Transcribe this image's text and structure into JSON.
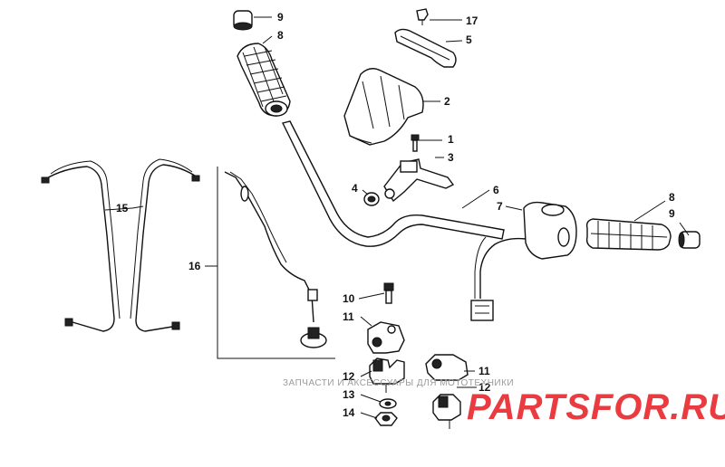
{
  "diagram": {
    "callouts": [
      {
        "id": "c9a",
        "label": "9"
      },
      {
        "id": "c8a",
        "label": "8"
      },
      {
        "id": "c17",
        "label": "17"
      },
      {
        "id": "c5",
        "label": "5"
      },
      {
        "id": "c2",
        "label": "2"
      },
      {
        "id": "c1",
        "label": "1"
      },
      {
        "id": "c3",
        "label": "3"
      },
      {
        "id": "c4",
        "label": "4"
      },
      {
        "id": "c6",
        "label": "6"
      },
      {
        "id": "c7",
        "label": "7"
      },
      {
        "id": "c8b",
        "label": "8"
      },
      {
        "id": "c9b",
        "label": "9"
      },
      {
        "id": "c15",
        "label": "15"
      },
      {
        "id": "c16",
        "label": "16"
      },
      {
        "id": "c10",
        "label": "10"
      },
      {
        "id": "c11a",
        "label": "11"
      },
      {
        "id": "c12a",
        "label": "12"
      },
      {
        "id": "c13",
        "label": "13"
      },
      {
        "id": "c14",
        "label": "14"
      },
      {
        "id": "c11b",
        "label": "11"
      },
      {
        "id": "c12b",
        "label": "12"
      }
    ]
  },
  "watermark": {
    "text": "ЗАПЧАСТИ И АКСЕССУАРЫ ДЛЯ МОТОТЕХНИКИ",
    "logo": "PARTSFOR.RU",
    "color": "#e8262c"
  }
}
